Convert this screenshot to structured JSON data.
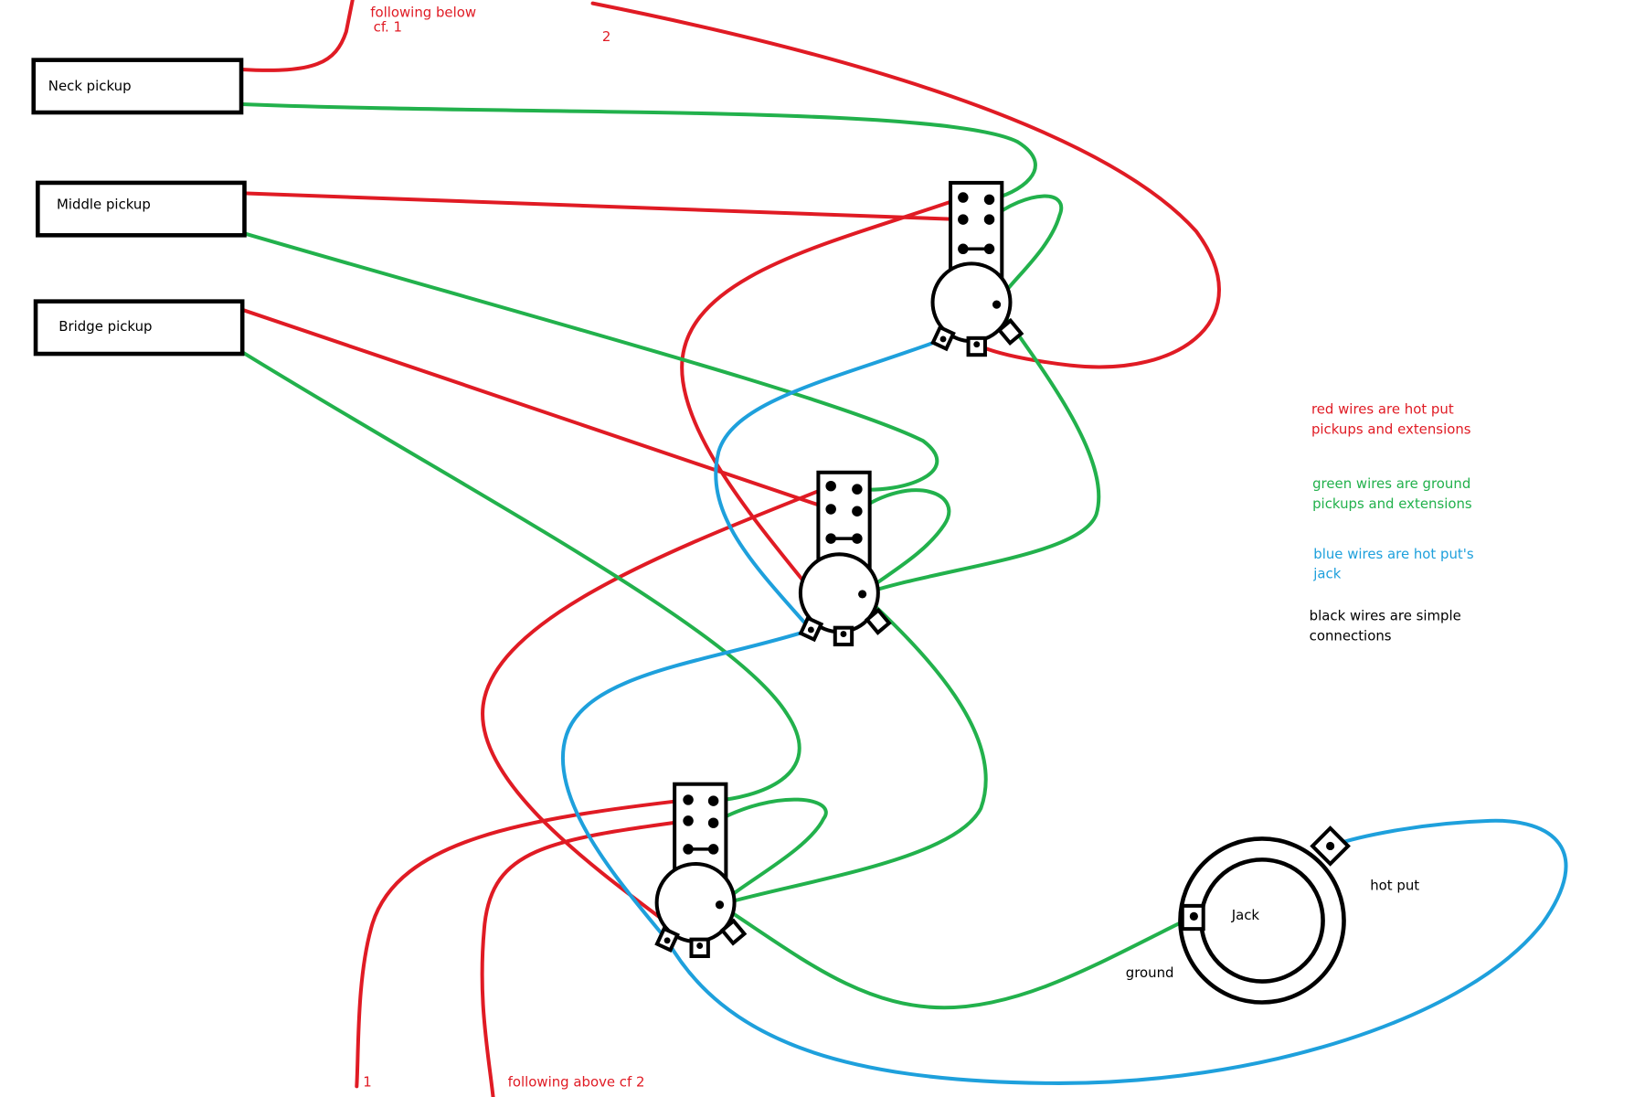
{
  "pickups": [
    {
      "label": "Neck pickup"
    },
    {
      "label": "Middle pickup"
    },
    {
      "label": "Bridge pickup"
    }
  ],
  "annotations": {
    "top_note_line1": "following below",
    "top_note_line2": "cf. 1",
    "top_marker": "2",
    "bottom_marker": "1",
    "bottom_note": "following above  cf 2"
  },
  "jack": {
    "label": "Jack",
    "ground_label": "ground",
    "hot_label": "hot put"
  },
  "legend": [
    {
      "line1": "red wires are hot put",
      "line2": "pickups and extensions",
      "color": "#e01b24"
    },
    {
      "line1": "green wires are ground",
      "line2": "pickups and extensions",
      "color": "#22b14c"
    },
    {
      "line1": "blue wires are hot put's",
      "line2": "jack",
      "color": "#1ea0dc"
    },
    {
      "line1": "black wires are simple",
      "line2": "connections",
      "color": "#000000"
    }
  ]
}
